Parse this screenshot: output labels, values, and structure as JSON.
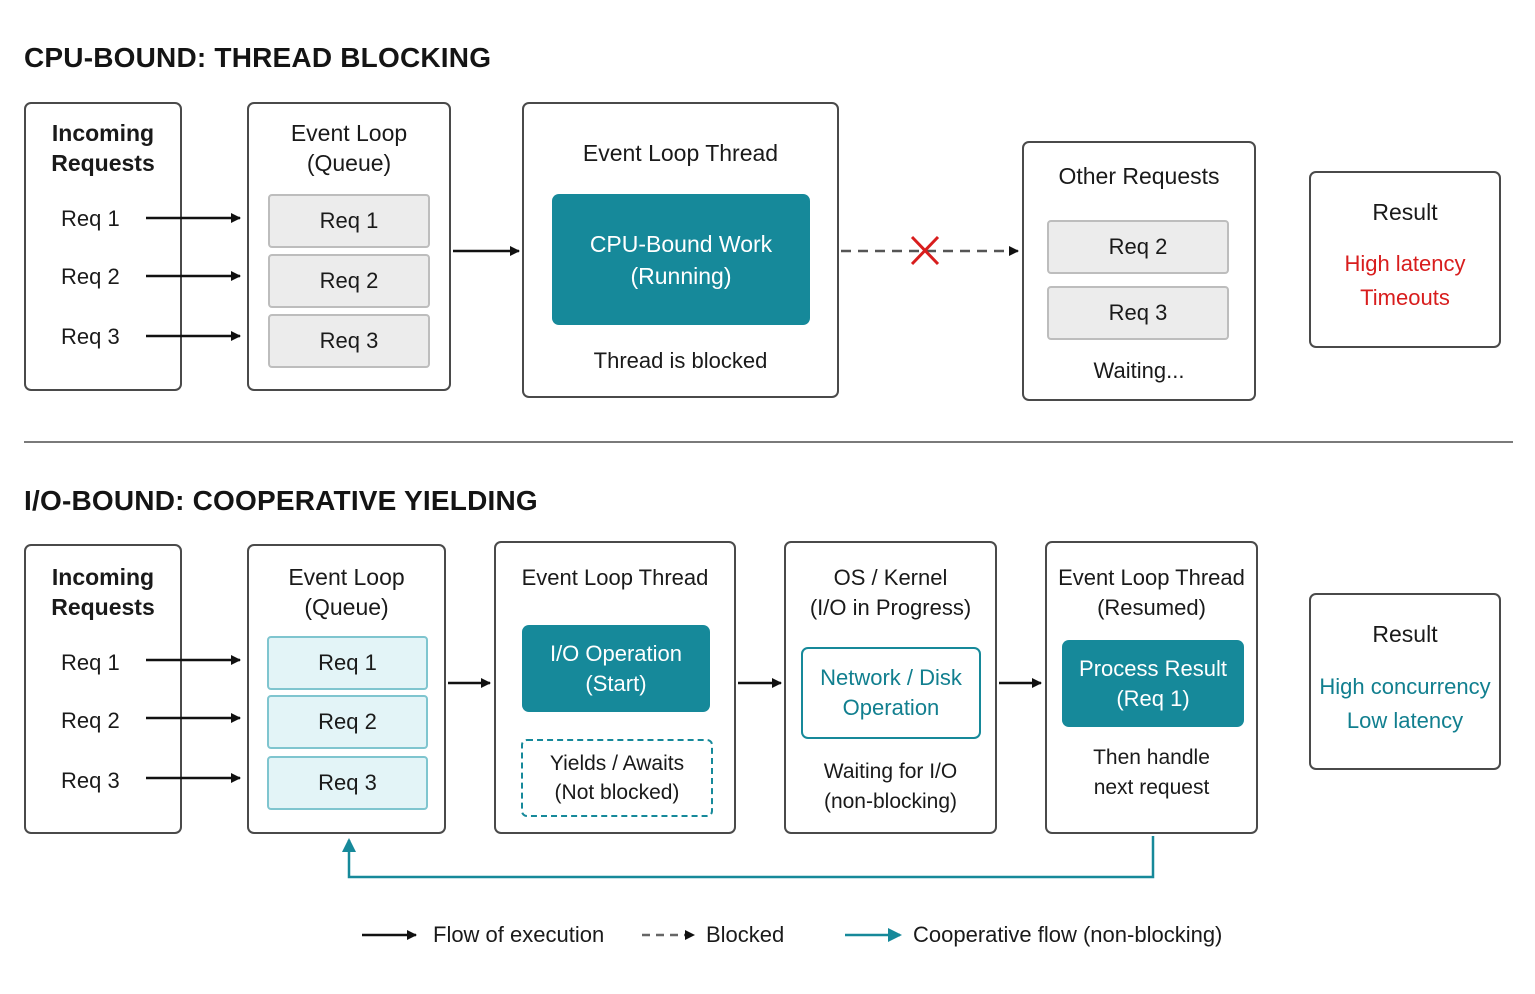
{
  "cpu": {
    "title": "CPU-BOUND: THREAD BLOCKING",
    "incoming": {
      "title": "Incoming\nRequests",
      "items": [
        "Req 1",
        "Req 2",
        "Req 3"
      ]
    },
    "queue": {
      "title": "Event Loop\n(Queue)",
      "items": [
        "Req 1",
        "Req 2",
        "Req 3"
      ]
    },
    "thread": {
      "title": "Event Loop Thread",
      "work": "CPU-Bound Work\n(Running)",
      "note": "Thread is blocked"
    },
    "other": {
      "title": "Other Requests",
      "items": [
        "Req 2",
        "Req 3"
      ],
      "note": "Waiting..."
    },
    "result": {
      "title": "Result",
      "lines": [
        "High latency",
        "Timeouts"
      ],
      "color": "#d81d1d"
    }
  },
  "io": {
    "title": "I/O-BOUND: COOPERATIVE YIELDING",
    "incoming": {
      "title": "Incoming\nRequests",
      "items": [
        "Req 1",
        "Req 2",
        "Req 3"
      ]
    },
    "queue": {
      "title": "Event Loop\n(Queue)",
      "items": [
        "Req 1",
        "Req 2",
        "Req 3"
      ]
    },
    "thread": {
      "title": "Event Loop Thread",
      "op": "I/O Operation\n(Start)",
      "yield": "Yields / Awaits\n(Not blocked)"
    },
    "kernel": {
      "title": "OS / Kernel\n(I/O in Progress)",
      "op": "Network / Disk\nOperation",
      "note": "Waiting for I/O\n(non-blocking)"
    },
    "resumed": {
      "title": "Event Loop Thread\n(Resumed)",
      "op": "Process Result\n(Req 1)",
      "note": "Then handle\nnext request"
    },
    "result": {
      "title": "Result",
      "lines": [
        "High concurrency",
        "Low latency"
      ],
      "color": "#117f8f"
    }
  },
  "legend": {
    "flow": "Flow of execution",
    "blocked": "Blocked",
    "cooperative": "Cooperative flow (non-blocking)"
  },
  "colors": {
    "teal": "#16899a",
    "red": "#d81d1d",
    "border": "#4a4a4a"
  }
}
